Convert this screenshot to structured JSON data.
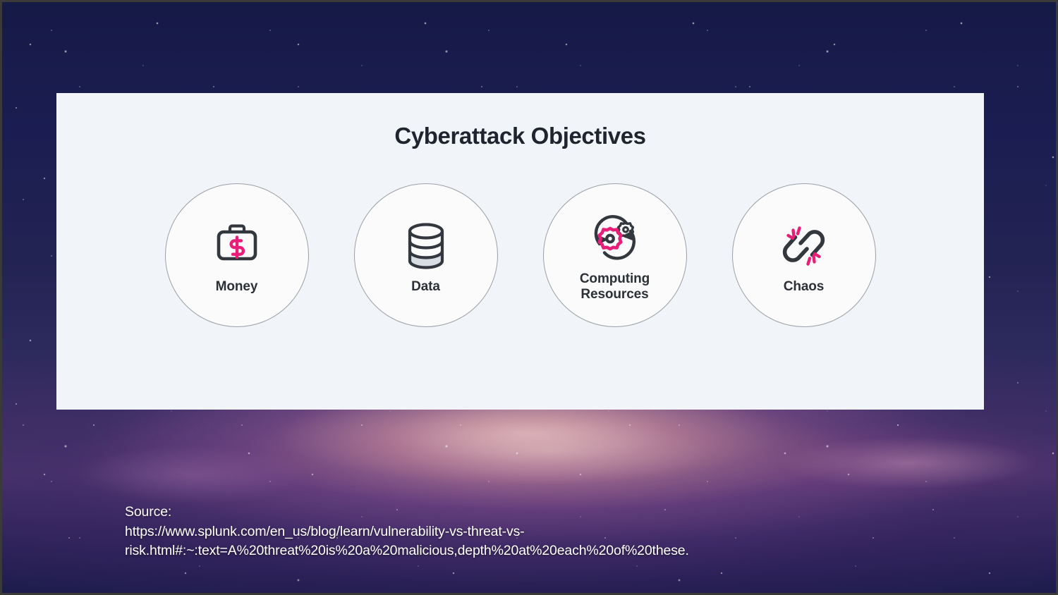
{
  "slide": {
    "background_description": "starfield-nebula",
    "colors": {
      "card_bg": "#f1f4f8",
      "circle_bg": "#fbfbfb",
      "circle_border": "#9aa0a6",
      "ink": "#2c3138",
      "accent_pink": "#e91e78",
      "space_navy": "#171a45"
    }
  },
  "card": {
    "title": "Cyberattack Objectives",
    "objectives": [
      {
        "label": "Money",
        "icon": "briefcase-dollar-icon"
      },
      {
        "label": "Data",
        "icon": "database-cylinder-icon"
      },
      {
        "label": "Computing Resources",
        "icon": "gears-refresh-icon"
      },
      {
        "label": "Chaos",
        "icon": "broken-chain-icon"
      }
    ]
  },
  "source": {
    "label": "Source:",
    "url": "https://www.splunk.com/en_us/blog/learn/vulnerability-vs-threat-vs-risk.html#:~:text=A%20threat%20is%20a%20malicious,depth%20at%20each%20of%20these."
  }
}
